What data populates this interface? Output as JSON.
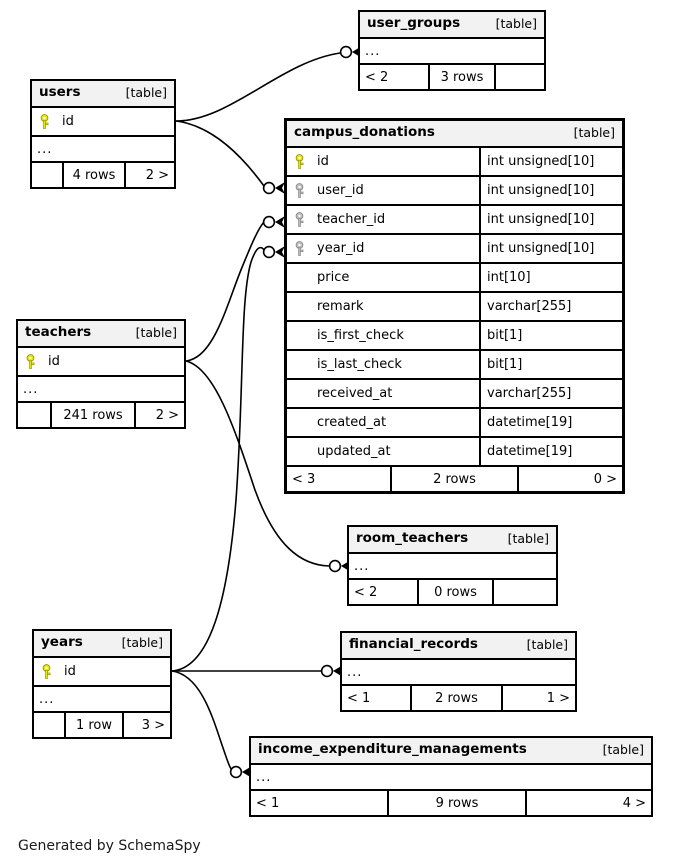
{
  "diagram": {
    "title": "SchemaSpy relationships diagram",
    "footnote": "Generated by SchemaSpy",
    "kind_label": "[table]",
    "ellipsis": "...",
    "colors": {
      "background": "#ffffff",
      "header_fill": "#f2f2f2",
      "border": "#000000",
      "primary_key": "#e8e800",
      "foreign_key": "#b3b3b3",
      "edge": "#000000"
    }
  },
  "tables": {
    "user_groups": {
      "name": "user_groups",
      "kind": "[table]",
      "ellipsis": "...",
      "footer": {
        "left": "< 2",
        "center": "3 rows",
        "right": ""
      },
      "columns": []
    },
    "users": {
      "name": "users",
      "kind": "[table]",
      "ellipsis": "...",
      "footer": {
        "left": "",
        "center": "4 rows",
        "right": "2 >"
      },
      "columns": [
        {
          "name": "id",
          "type": "",
          "key": "primary"
        }
      ]
    },
    "campus_donations": {
      "name": "campus_donations",
      "kind": "[table]",
      "footer": {
        "left": "< 3",
        "center": "2 rows",
        "right": "0 >"
      },
      "columns": [
        {
          "name": "id",
          "type": "int unsigned[10]",
          "key": "primary"
        },
        {
          "name": "user_id",
          "type": "int unsigned[10]",
          "key": "foreign"
        },
        {
          "name": "teacher_id",
          "type": "int unsigned[10]",
          "key": "foreign"
        },
        {
          "name": "year_id",
          "type": "int unsigned[10]",
          "key": "foreign"
        },
        {
          "name": "price",
          "type": "int[10]",
          "key": "none"
        },
        {
          "name": "remark",
          "type": "varchar[255]",
          "key": "none"
        },
        {
          "name": "is_first_check",
          "type": "bit[1]",
          "key": "none"
        },
        {
          "name": "is_last_check",
          "type": "bit[1]",
          "key": "none"
        },
        {
          "name": "received_at",
          "type": "varchar[255]",
          "key": "none"
        },
        {
          "name": "created_at",
          "type": "datetime[19]",
          "key": "none"
        },
        {
          "name": "updated_at",
          "type": "datetime[19]",
          "key": "none"
        }
      ]
    },
    "teachers": {
      "name": "teachers",
      "kind": "[table]",
      "ellipsis": "...",
      "footer": {
        "left": "",
        "center": "241 rows",
        "right": "2 >"
      },
      "columns": [
        {
          "name": "id",
          "type": "",
          "key": "primary"
        }
      ]
    },
    "room_teachers": {
      "name": "room_teachers",
      "kind": "[table]",
      "ellipsis": "...",
      "footer": {
        "left": "< 2",
        "center": "0 rows",
        "right": ""
      },
      "columns": []
    },
    "years": {
      "name": "years",
      "kind": "[table]",
      "ellipsis": "...",
      "footer": {
        "left": "",
        "center": "1 row",
        "right": "3 >"
      },
      "columns": [
        {
          "name": "id",
          "type": "",
          "key": "primary"
        }
      ]
    },
    "financial_records": {
      "name": "financial_records",
      "kind": "[table]",
      "ellipsis": "...",
      "footer": {
        "left": "< 1",
        "center": "2 rows",
        "right": "1 >"
      },
      "columns": []
    },
    "income_expenditure_managements": {
      "name": "income_expenditure_managements",
      "kind": "[table]",
      "ellipsis": "...",
      "footer": {
        "left": "< 1",
        "center": "9 rows",
        "right": "4 >"
      },
      "columns": []
    }
  },
  "relationships": [
    {
      "from": "users",
      "from_column": "id",
      "to": "user_groups",
      "to_column": "",
      "notation": "zero-or-more"
    },
    {
      "from": "users",
      "from_column": "id",
      "to": "campus_donations",
      "to_column": "user_id",
      "notation": "zero-or-more"
    },
    {
      "from": "teachers",
      "from_column": "id",
      "to": "campus_donations",
      "to_column": "teacher_id",
      "notation": "zero-or-more"
    },
    {
      "from": "teachers",
      "from_column": "id",
      "to": "room_teachers",
      "to_column": "",
      "notation": "zero-or-more"
    },
    {
      "from": "years",
      "from_column": "id",
      "to": "campus_donations",
      "to_column": "year_id",
      "notation": "zero-or-more"
    },
    {
      "from": "years",
      "from_column": "id",
      "to": "financial_records",
      "to_column": "",
      "notation": "zero-or-more"
    },
    {
      "from": "years",
      "from_column": "id",
      "to": "income_expenditure_managements",
      "to_column": "",
      "notation": "zero-or-more"
    }
  ]
}
